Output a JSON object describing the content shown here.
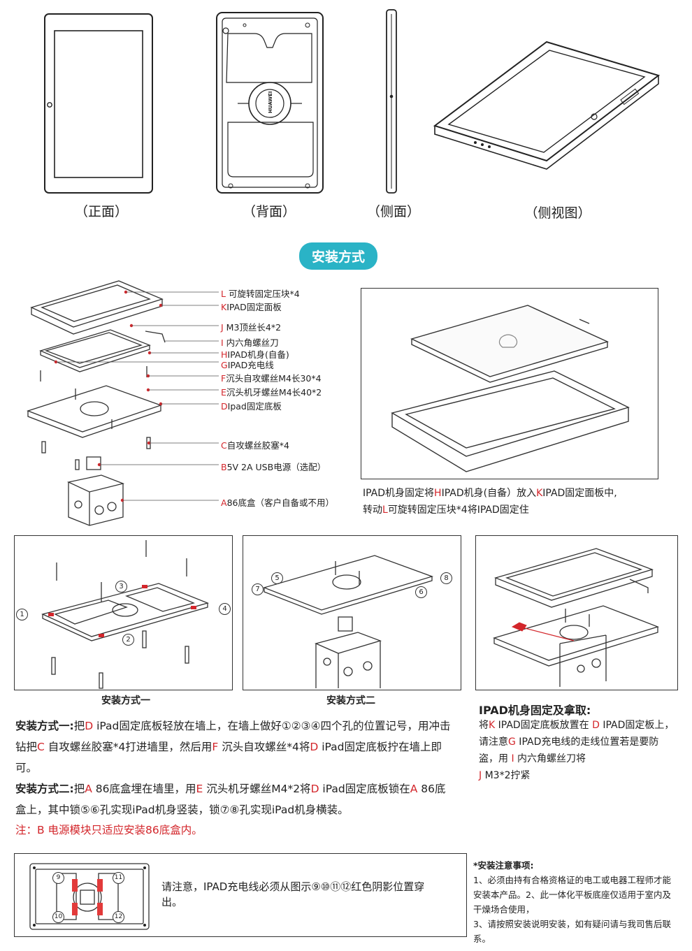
{
  "views": {
    "front": "（正面）",
    "back": "（背面）",
    "side": "（侧面）",
    "iso": "（侧视图）"
  },
  "brand_logo": "HUAWEI",
  "section_title": "安装方式",
  "parts": [
    {
      "key": "L",
      "text": "可旋转固定压块*4"
    },
    {
      "key": "K",
      "text": "IPAD固定面板"
    },
    {
      "key": "J",
      "text": "M3顶丝长4*2"
    },
    {
      "key": "I",
      "text": "内六角螺丝刀"
    },
    {
      "key": "H",
      "text": "IPAD机身(自备)"
    },
    {
      "key": "G",
      "text": "IPAD充电线"
    },
    {
      "key": "F",
      "text": "沉头自攻螺丝M4长30*4"
    },
    {
      "key": "E",
      "text": "沉头机牙螺丝M4长40*2"
    },
    {
      "key": "D",
      "text": "Ipad固定底板"
    },
    {
      "key": "C",
      "text": "自攻螺丝胶塞*4"
    },
    {
      "key": "B",
      "text": "5V 2A USB电源（选配）"
    },
    {
      "key": "A",
      "text": "86底盒（客户自备或不用）"
    }
  ],
  "ipad_fix": {
    "p1": "IPAD机身固定将",
    "k1": "H",
    "p2": "IPAD机身(自备）放入",
    "k2": "K",
    "p3": "IPAD固定面板中,",
    "p4": "转动",
    "k3": "L",
    "p5": "可旋转固定压块*4将IPAD固定住"
  },
  "numbers": {
    "n1": "1",
    "n2": "2",
    "n3": "3",
    "n4": "4",
    "n5": "5",
    "n6": "6",
    "n7": "7",
    "n8": "8",
    "n9": "9",
    "n10": "10",
    "n11": "11",
    "n12": "12"
  },
  "method1_caption": "安装方式一",
  "method2_caption": "安装方式二",
  "retrieve": {
    "title": "IPAD机身固定及拿取:",
    "a": "将",
    "k1": "K",
    "b": " IPAD固定底板放置在 ",
    "k2": "D",
    "c": " IPAD固定板上，请注意",
    "k3": "G",
    "d": " IPAD充电线的走线位置若是要防盗，用 ",
    "k4": "I",
    "e": " 内六角螺丝刀将",
    "k5": "J",
    "f": " M3*2拧紧"
  },
  "method1": {
    "label": "安装方式一:",
    "a": "把",
    "k1": "D",
    "b": " iPad固定底板轻放在墙上，在墙上做好①②③④四个孔的位置记号，用冲击钻把",
    "k2": "C",
    "c": " 自攻螺丝胶塞*4打进墙里，然后用",
    "k3": "F",
    "d": " 沉头自攻螺丝*4将",
    "k4": "D",
    "e": " iPad固定底板拧在墙上即可。"
  },
  "method2": {
    "label": "安装方式二:",
    "a": "把",
    "k1": "A",
    "b": " 86底盒埋在墙里，用",
    "k2": "E",
    "c": " 沉头机牙螺丝M4*2将",
    "k3": "D",
    "d": " iPad固定底板锁在",
    "k4": "A",
    "e": " 86底盒上，其中锁⑤⑥孔实现iPad机身竖装，锁⑦⑧孔实现iPad机身横装。"
  },
  "note_red": "注：B 电源模块只适应安装86底盒内。",
  "cable_note": "请注意，IPAD充电线必须从图示⑨⑩⑪⑫红色阴影位置穿出。",
  "precautions": {
    "title": "*安装注意事项:",
    "l1": "1、必须由持有合格资格证的电工或电器工程师才能安装本产品。2、此一体化平板底座仅适用于室内及干燥场合使用，",
    "l2": "3、请按照安装说明安装，如有疑问请与我司售后联系。"
  },
  "colors": {
    "accent": "#2ab3c6",
    "key_red": "#d3262b",
    "shade_red": "#e23a3a"
  }
}
